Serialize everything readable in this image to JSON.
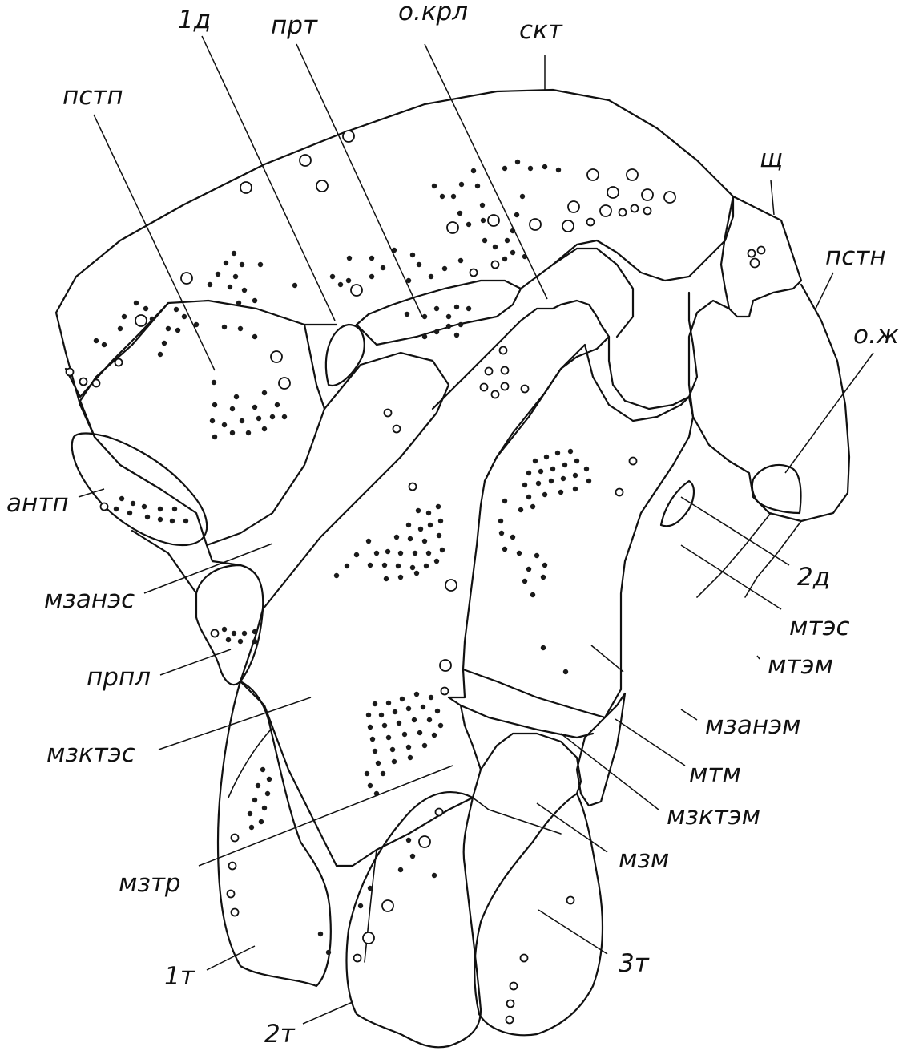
{
  "figure": {
    "labels": {
      "pstp": "пстп",
      "d1": "1д",
      "prt": "прт",
      "okrl": "о.крл",
      "skt": "скт",
      "shch": "щ",
      "pstn": "пстн",
      "ozh": "о.ж",
      "antp": "антп",
      "mzanes": "мзанэс",
      "prpl": "прпл",
      "mzktes": "мзктэс",
      "mztr": "мзтр",
      "t1": "1т",
      "t2": "2т",
      "t3": "3т",
      "mzm": "мзм",
      "mzktem": "мзктэм",
      "mtm": "мтм",
      "mzanem": "мзанэм",
      "mtem": "мтэм",
      "mtes": "мтэс",
      "d2": "2д"
    }
  }
}
